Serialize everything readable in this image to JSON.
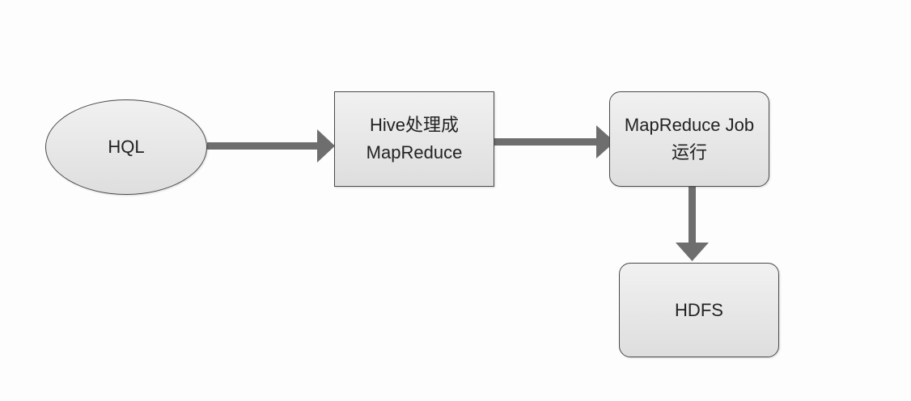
{
  "nodes": {
    "hql": "HQL",
    "hive_line1": "Hive处理成",
    "hive_line2": "MapReduce",
    "job_line1": "MapReduce Job",
    "job_line2": "运行",
    "hdfs": "HDFS"
  },
  "colors": {
    "arrow": "#6e6e6e",
    "node_fill": "#e6e6e6",
    "node_border": "#4a4a4a"
  }
}
